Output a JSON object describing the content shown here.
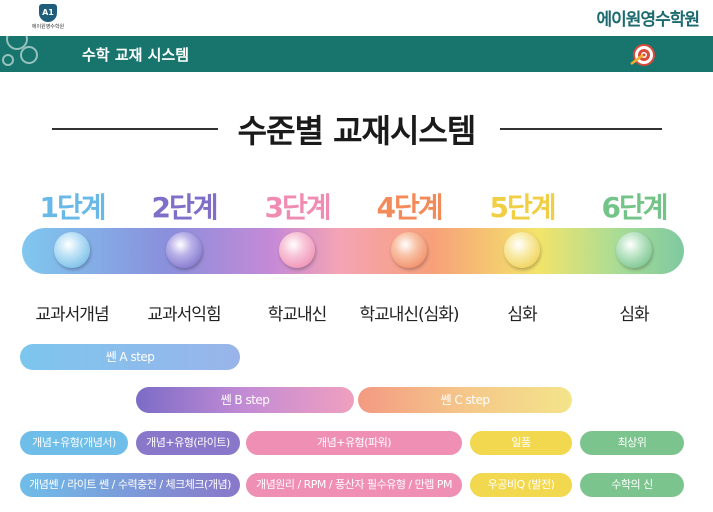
{
  "header": {
    "logo_text": "에이원영수학원",
    "logo_mark": "A1",
    "brand": "에이원영수학원",
    "bar_title": "수학 교재 시스템"
  },
  "main": {
    "title": "수준별 교재시스템"
  },
  "stages": [
    {
      "label": "1단계",
      "color": "#68b9e8",
      "level": "교과서개념"
    },
    {
      "label": "2단계",
      "color": "#7f6fc9",
      "level": "교과서익힘"
    },
    {
      "label": "3단계",
      "color": "#f08bb2",
      "level": "학교내신"
    },
    {
      "label": "4단계",
      "color": "#f28a5a",
      "level": "학교내신(심화)"
    },
    {
      "label": "5단계",
      "color": "#f1cf45",
      "level": "심화"
    },
    {
      "label": "6단계",
      "color": "#74c389",
      "level": "심화"
    }
  ],
  "steps": {
    "a": "쎈 A step",
    "b": "쎈 B step",
    "c": "쎈 C step"
  },
  "row1": {
    "p1": "개념+유형(개념서)",
    "p2": "개념+유형(라이트)",
    "p3": "개념+유형(파워)",
    "p4": "일품",
    "p5": "최상위"
  },
  "row2": {
    "p1": "개념쎈 / 라이트 쎈 / 수력충전 / 체크체크(개념)",
    "p2": "개념원리 / RPM / 풍산자 필수유형 / 만렙 PM",
    "p3": "우공비Q (발전)",
    "p4": "수학의 신"
  },
  "colors": {
    "teal_bar": "#17756d",
    "blue": "#6fbde9",
    "purple": "#8977c9",
    "pink": "#ef8fb3",
    "orange": "#f3916a",
    "yellow": "#f2d84e",
    "green": "#7cc48d"
  }
}
